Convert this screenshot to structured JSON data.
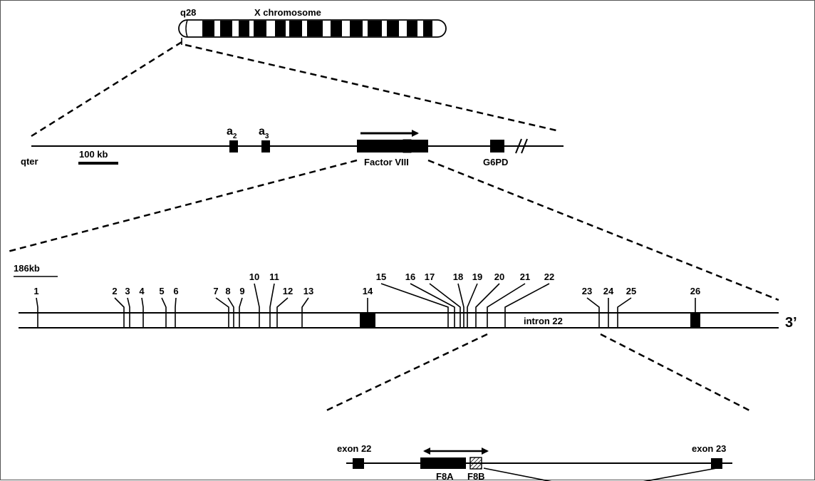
{
  "chromosome": {
    "title": "X chromosome",
    "band": "q28"
  },
  "region": {
    "telomere": "qter",
    "scale": "100 kb",
    "genes": [
      {
        "id": "a2",
        "base": "a",
        "sub": "2"
      },
      {
        "id": "a3",
        "base": "a",
        "sub": "3"
      },
      {
        "id": "factor8",
        "label": "Factor VIII"
      },
      {
        "id": "g6pd",
        "label": "G6PD"
      }
    ]
  },
  "gene": {
    "scale": "186kb",
    "end_label": "3’",
    "intron_label": "intron 22",
    "exons": [
      "1",
      "2",
      "3",
      "4",
      "5",
      "6",
      "7",
      "8",
      "9",
      "10",
      "11",
      "12",
      "13",
      "14",
      "15",
      "16",
      "17",
      "18",
      "19",
      "20",
      "21",
      "22",
      "23",
      "24",
      "25",
      "26"
    ]
  },
  "intron22": {
    "left_exon": "exon 22",
    "right_exon": "exon 23",
    "f8a": "F8A",
    "f8b": "F8B"
  },
  "colors": {
    "ink": "#000000",
    "background": "#ffffff"
  }
}
